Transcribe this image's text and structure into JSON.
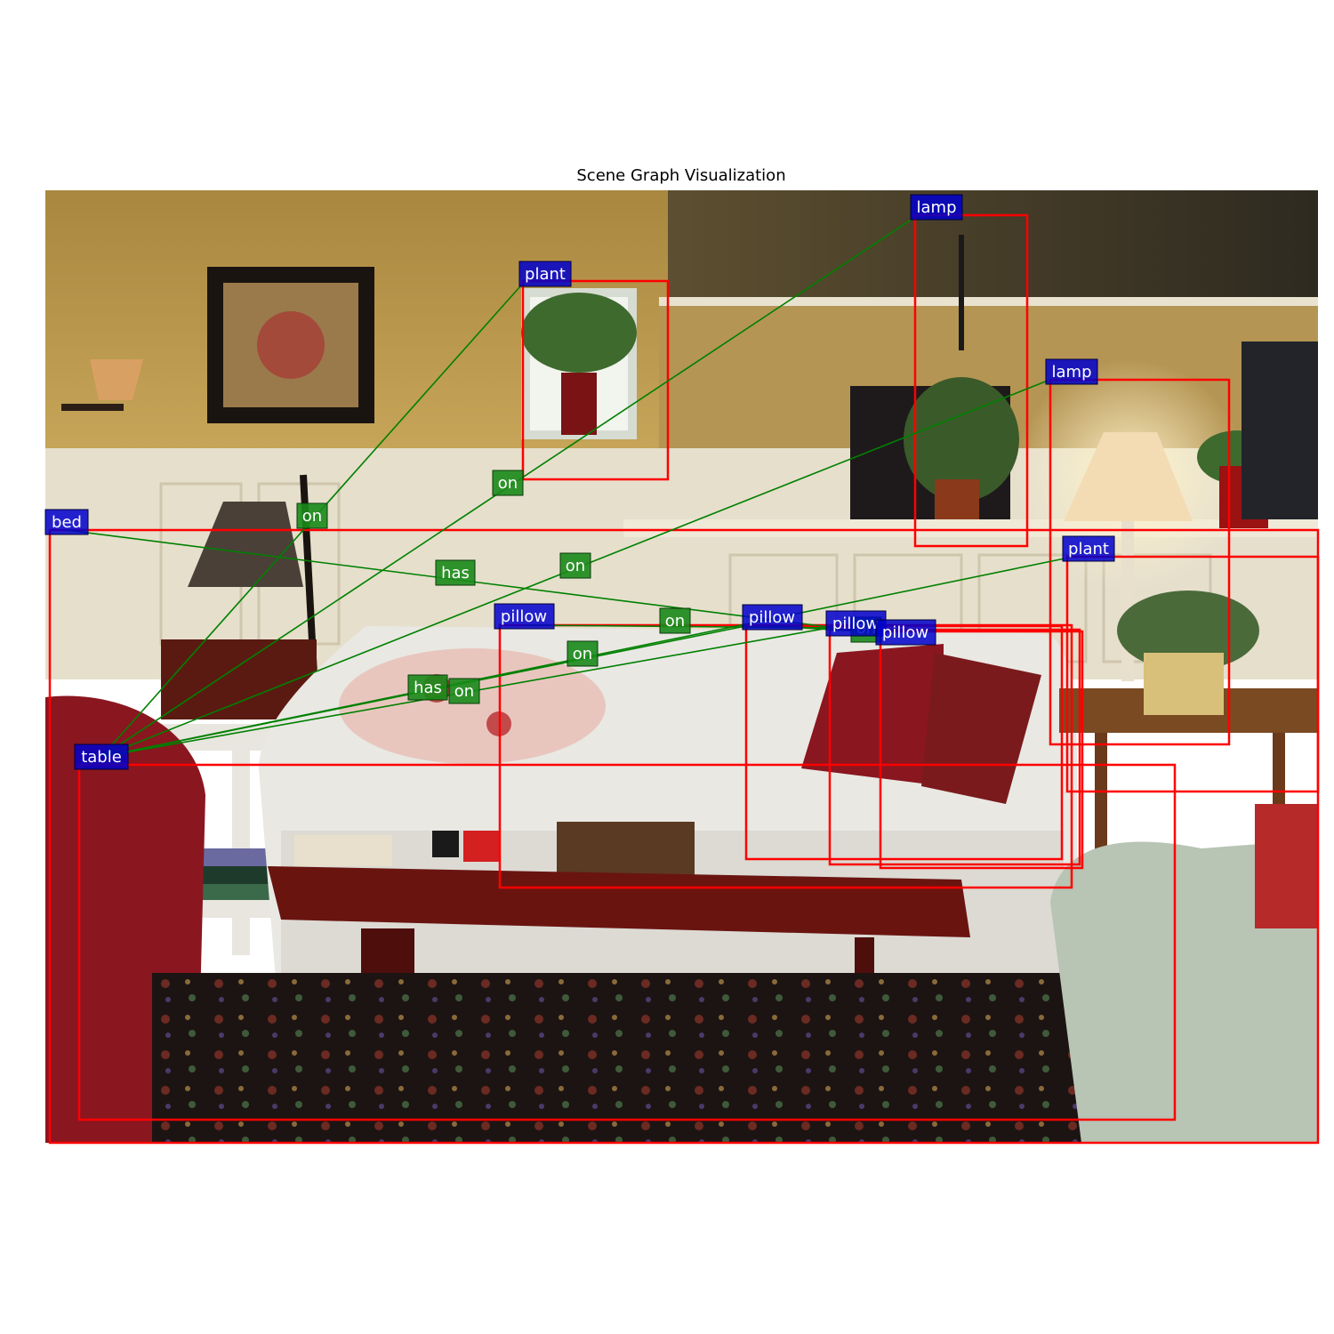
{
  "title": "Scene Graph Visualization",
  "colors": {
    "box": "#ff0000",
    "node_label_bg": "#0000cc",
    "edge_line": "#008000",
    "edge_label_bg": "#1a8a1a",
    "label_text": "#ffffff"
  },
  "nodes": [
    {
      "label": "lamp"
    },
    {
      "label": "plant"
    },
    {
      "label": "lamp"
    },
    {
      "label": "bed"
    },
    {
      "label": "plant"
    },
    {
      "label": "pillow"
    },
    {
      "label": "pillow"
    },
    {
      "label": "pillow"
    },
    {
      "label": "pillow"
    },
    {
      "label": "table"
    }
  ],
  "edges": [
    {
      "label": "on"
    },
    {
      "label": "on"
    },
    {
      "label": "on"
    },
    {
      "label": "has"
    },
    {
      "label": "on"
    },
    {
      "label": "on"
    },
    {
      "label": "on"
    },
    {
      "label": "has"
    },
    {
      "label": "on"
    }
  ]
}
